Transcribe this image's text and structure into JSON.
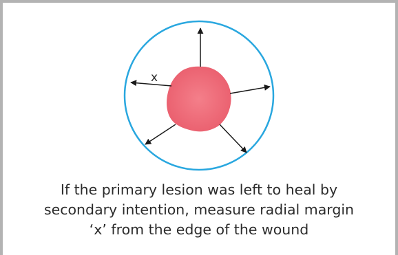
{
  "diagram": {
    "margin_label": "x",
    "colors": {
      "boundary_circle": "#29a7df",
      "lesion": "#ef6b78",
      "arrows": "#1a1a1a",
      "frame": "#b3b3b3"
    }
  },
  "caption": {
    "line1": "If the primary lesion was left to heal by",
    "line2": "secondary intention, measure radial margin",
    "line3": "‘x’ from the edge of the  wound"
  }
}
